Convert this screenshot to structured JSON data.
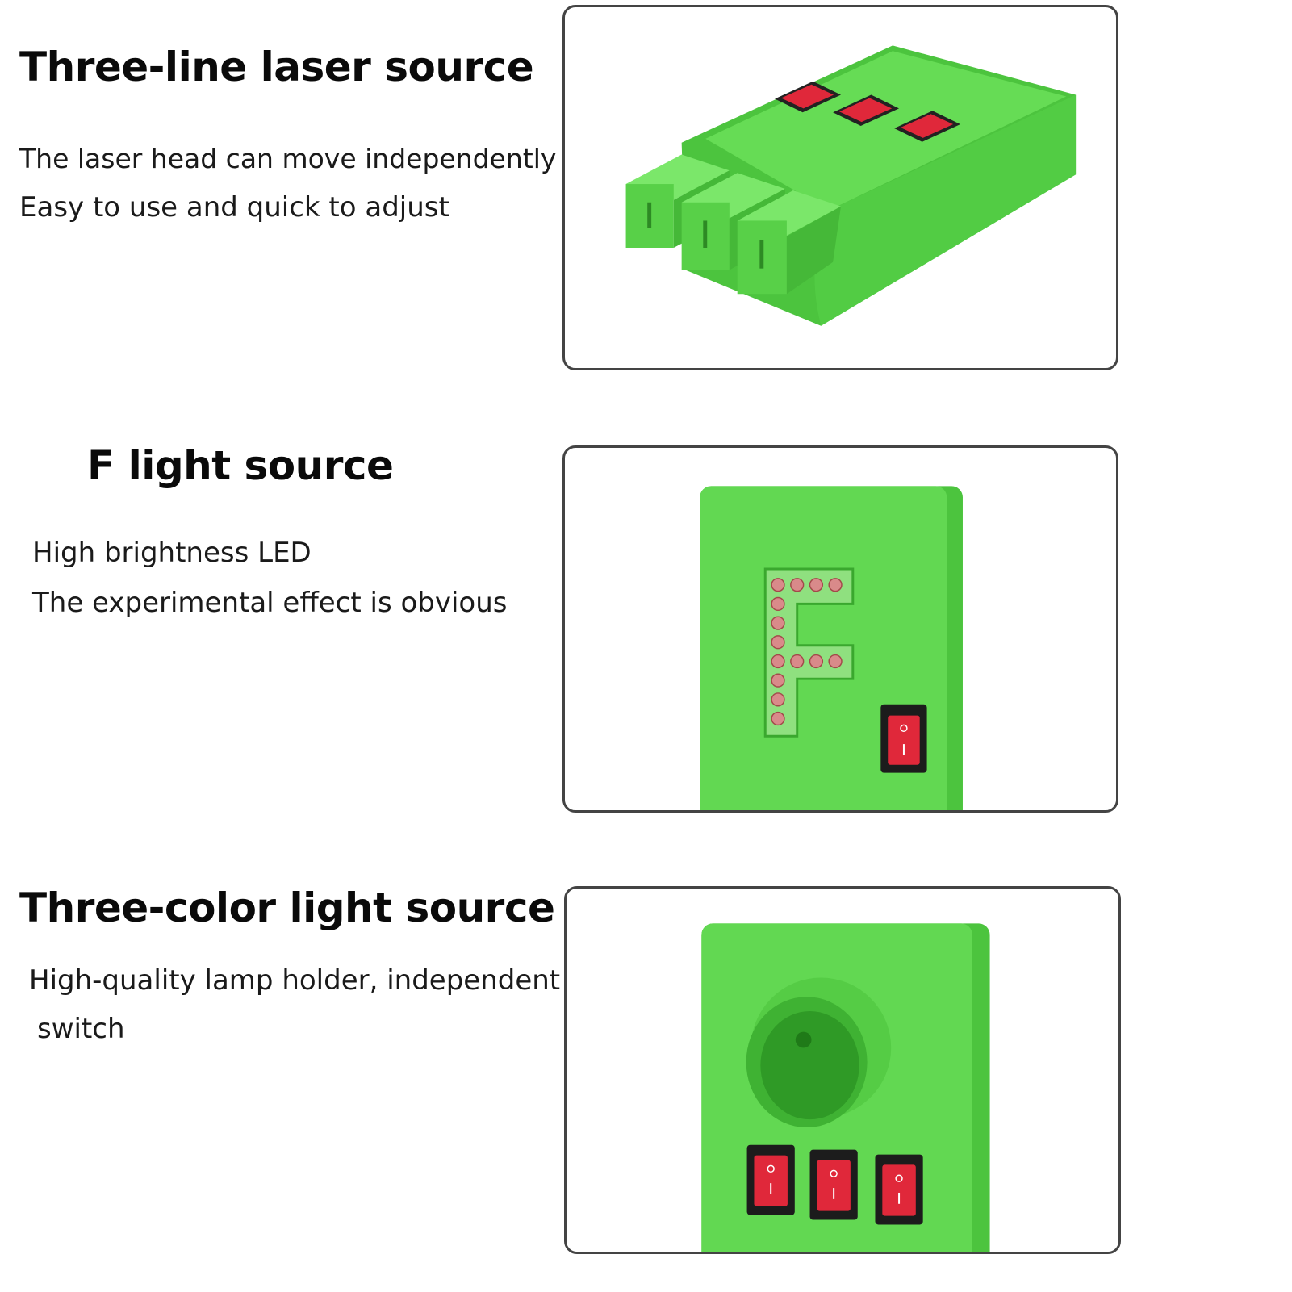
{
  "sections": [
    {
      "title": "Three-line laser source",
      "lines": [
        "The laser head can move independently",
        "Easy to use and quick to adjust"
      ]
    },
    {
      "title": "F light source",
      "lines": [
        "High brightness LED",
        "The experimental effect is obvious"
      ]
    },
    {
      "title": "Three-color light source",
      "lines": [
        "High-quality lamp holder, independent",
        "switch"
      ]
    }
  ],
  "colors": {
    "device_green": "#5fd84f",
    "switch_red": "#e0283a",
    "frame_border": "#444444"
  }
}
